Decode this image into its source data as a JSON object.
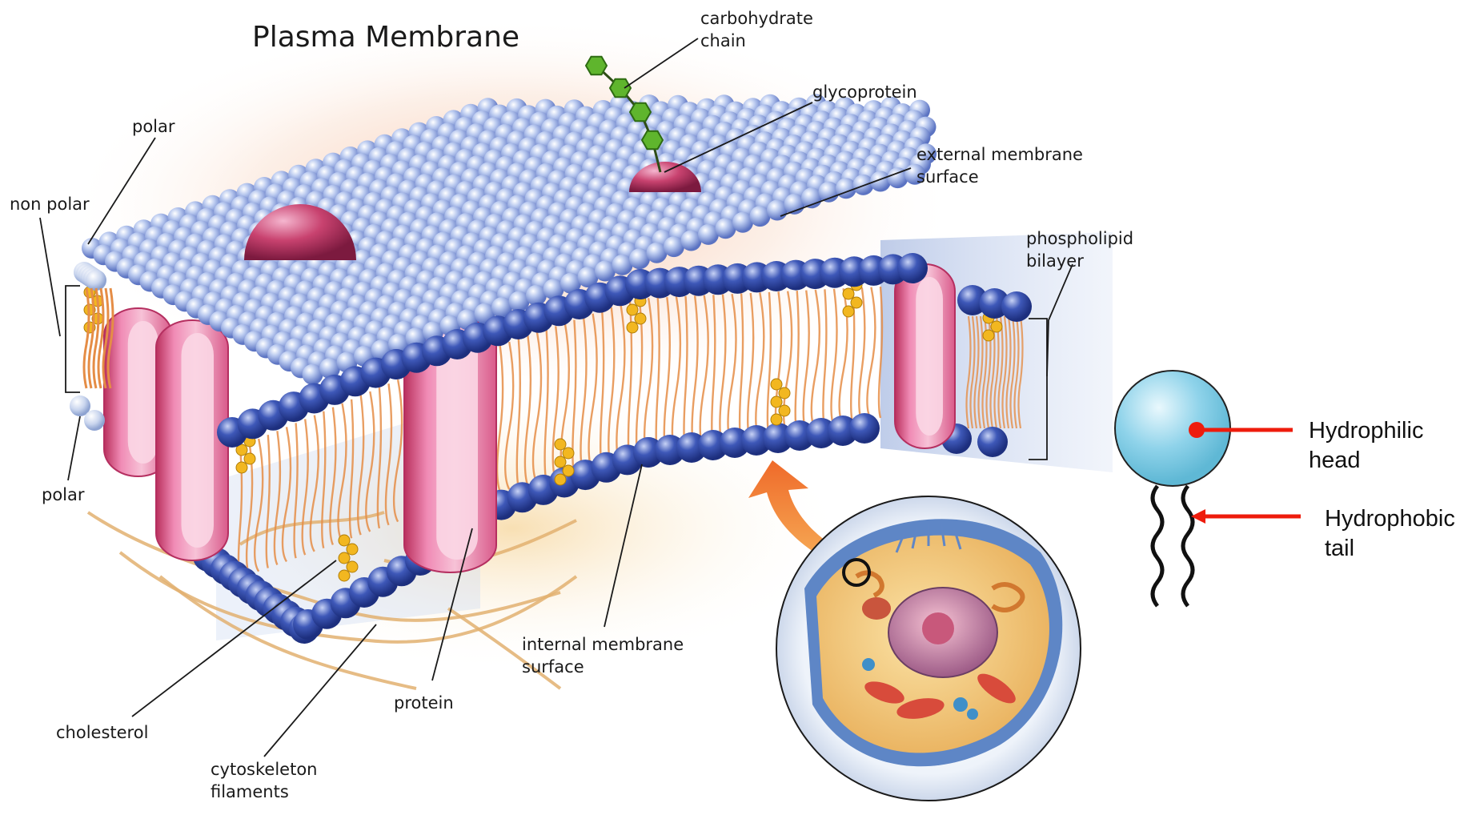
{
  "title": "Plasma Membrane",
  "labels": {
    "carbohydrate_chain": [
      "carbohydrate",
      "chain"
    ],
    "glycoprotein": "glycoprotein",
    "external_surface": [
      "external membrane",
      "surface"
    ],
    "phospholipid_bilayer": [
      "phospholipid",
      "bilayer"
    ],
    "polar_top": "polar",
    "non_polar": "non polar",
    "polar_bottom": "polar",
    "internal_surface": [
      "internal membrane",
      "surface"
    ],
    "protein": "protein",
    "cholesterol": "cholesterol",
    "cytoskeleton": [
      "cytoskeleton",
      "filaments"
    ]
  },
  "phospholipid_callout": {
    "head": [
      "Hydrophilic",
      "head"
    ],
    "tail": [
      "Hydrophobic",
      "tail"
    ],
    "arrow_color": "#ee1c0c",
    "head_color": "#8fd3ea"
  },
  "colors": {
    "head_sphere": "#5a74c9",
    "protein": "#e76fa6",
    "cholesterol": "#f2b720",
    "carbohydrate": "#5fb52d",
    "tail": "#e58d46"
  }
}
